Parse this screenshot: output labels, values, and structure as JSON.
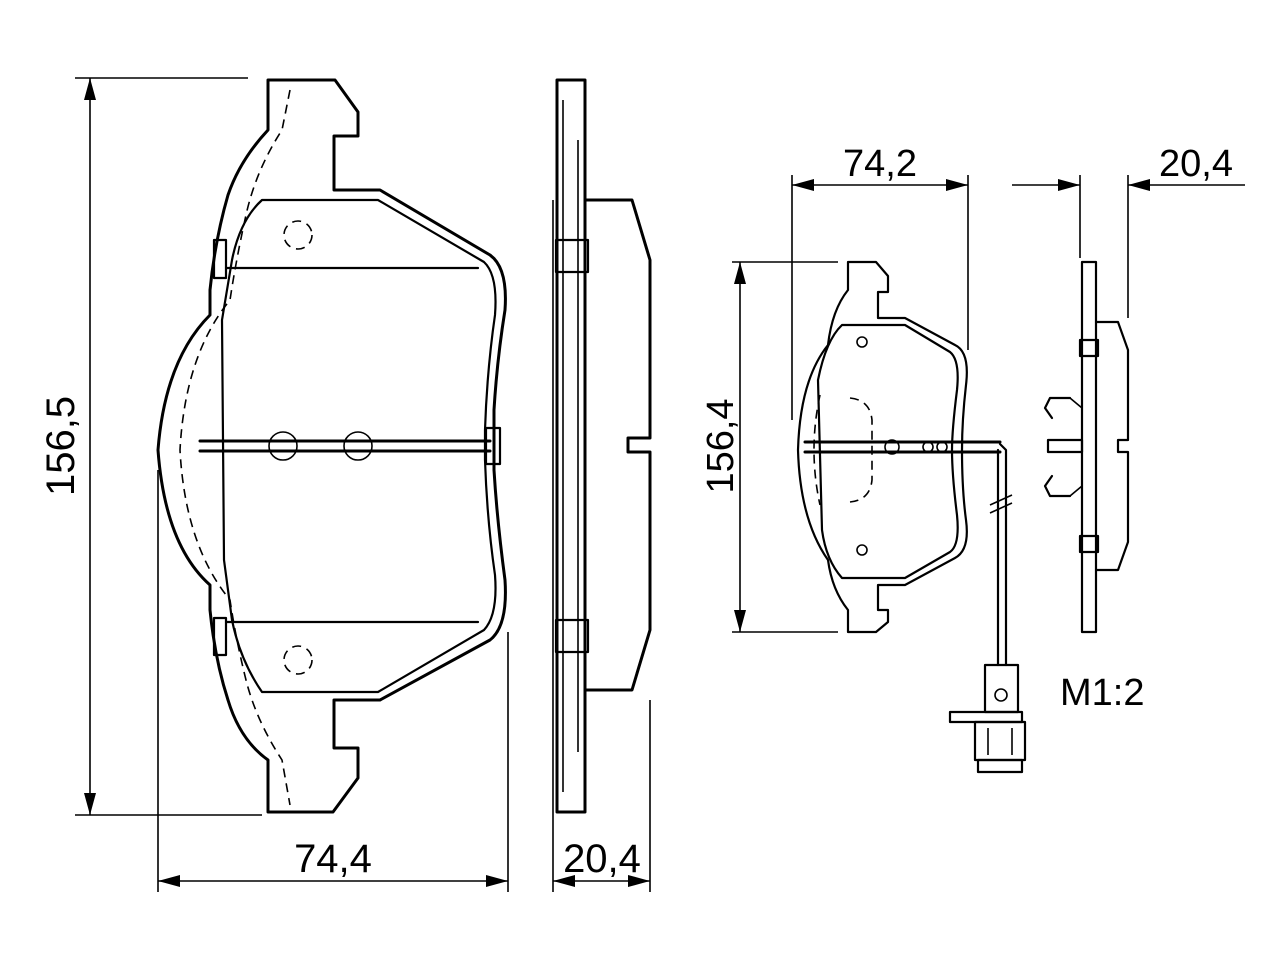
{
  "dimensions": {
    "large_height": "156,5",
    "large_width": "74,4",
    "large_thickness": "20,4",
    "small_height": "156,4",
    "small_width": "74,2",
    "small_thickness": "20,4"
  },
  "scale_note": "M1:2"
}
